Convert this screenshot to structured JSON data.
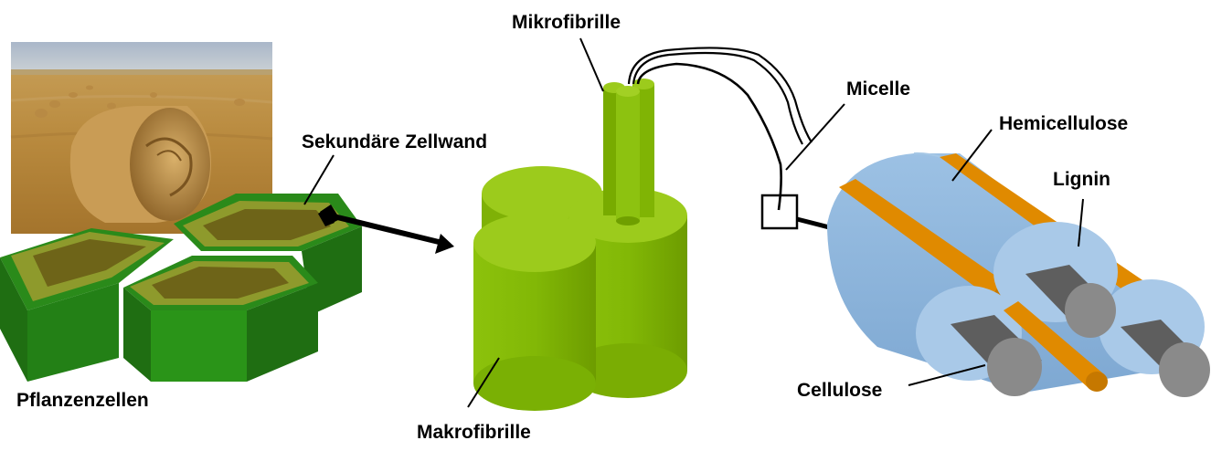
{
  "labels": {
    "pflanzenzellen": "Pflanzenzellen",
    "sekundaere_zellwand": "Sekundäre Zellwand",
    "makrofibrille": "Makrofibrille",
    "mikrofibrille": "Mikrofibrille",
    "micelle": "Micelle",
    "hemicellulose": "Hemicellulose",
    "lignin": "Lignin",
    "cellulose": "Cellulose"
  },
  "colors": {
    "cell_green_dark": "#1e6b12",
    "cell_green_mid": "#2f8f1e",
    "cell_green_top": "#3aa323",
    "cell_wall_olive": "#8e9a2c",
    "cell_lumen": "#6e6418",
    "fibril_green": "#86bc08",
    "fibril_green_light": "#9ccb1c",
    "fibril_green_dark": "#6f9f00",
    "hemicellulose_blue": "#8fb8de",
    "hemicellulose_blue_light": "#b3d1ec",
    "lignin_orange": "#e08a00",
    "cellulose_gray": "#5f5f5f",
    "cellulose_gray_end": "#8a8a8a"
  }
}
